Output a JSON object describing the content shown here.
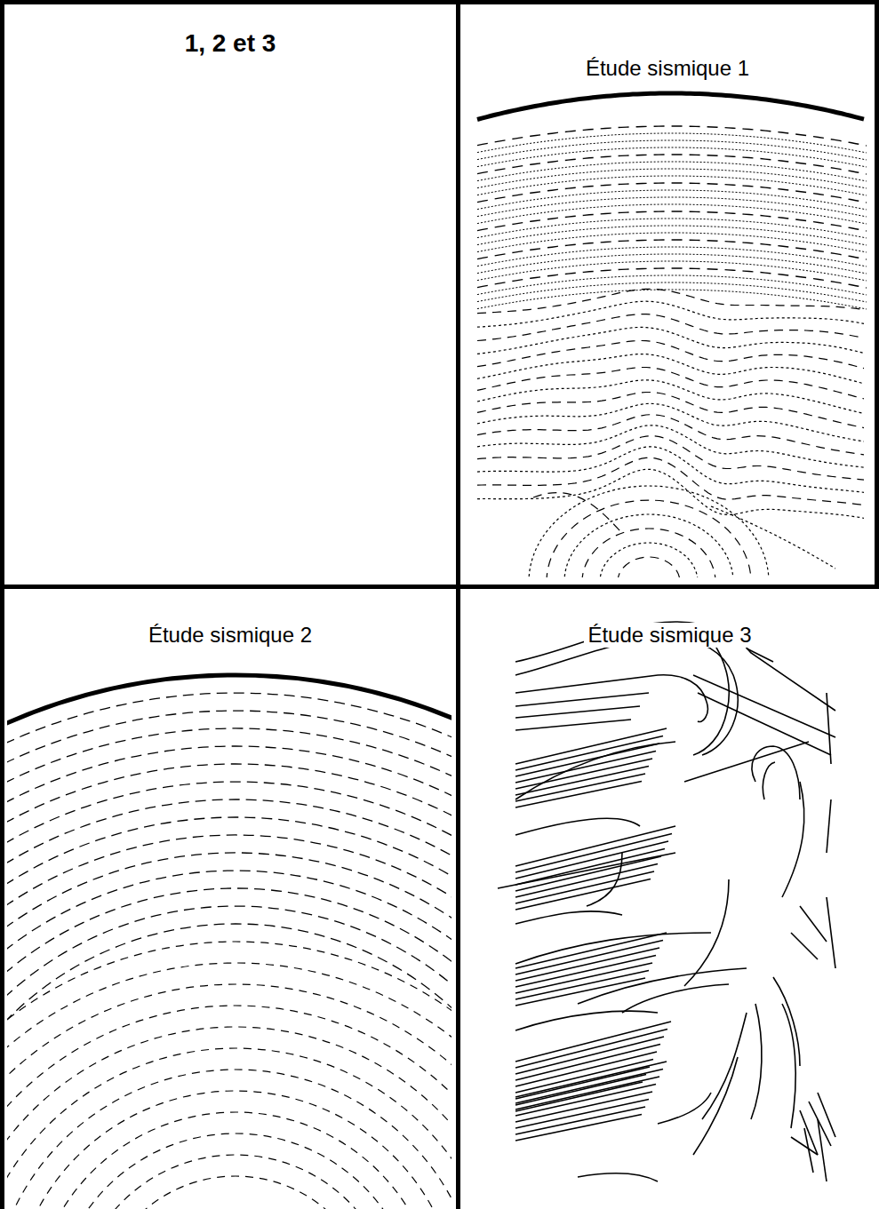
{
  "diagram": {
    "nodes": [
      {
        "text": [
          "1, 2 et 3"
        ]
      },
      {
        "text": [
          "Étude sismique 1"
        ]
      },
      {
        "text": [
          "Étude sismique 2"
        ]
      },
      {
        "text": [
          "Étude sismique 3"
        ]
      }
    ]
  }
}
